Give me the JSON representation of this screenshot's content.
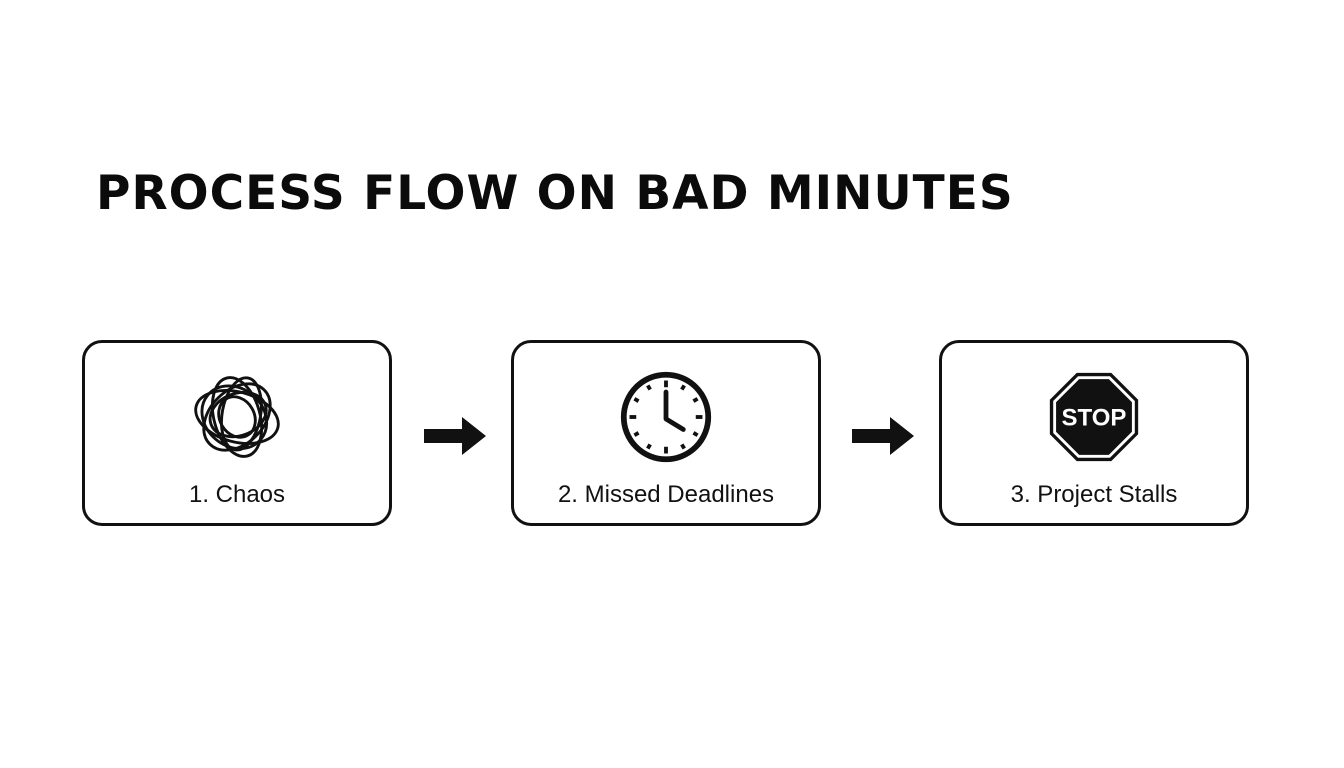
{
  "title": "PROCESS FLOW ON BAD MINUTES",
  "steps": [
    {
      "number": "1.",
      "label": "1. Chaos",
      "icon": "tangled-scribble-icon"
    },
    {
      "number": "2.",
      "label": "2. Missed Deadlines",
      "icon": "clock-icon"
    },
    {
      "number": "3.",
      "label": "3. Project Stalls",
      "icon": "stop-sign-icon",
      "icon_text": "STOP"
    }
  ],
  "connectors": [
    "arrow-right",
    "arrow-right"
  ],
  "colors": {
    "stroke": "#111111",
    "background": "#ffffff"
  }
}
